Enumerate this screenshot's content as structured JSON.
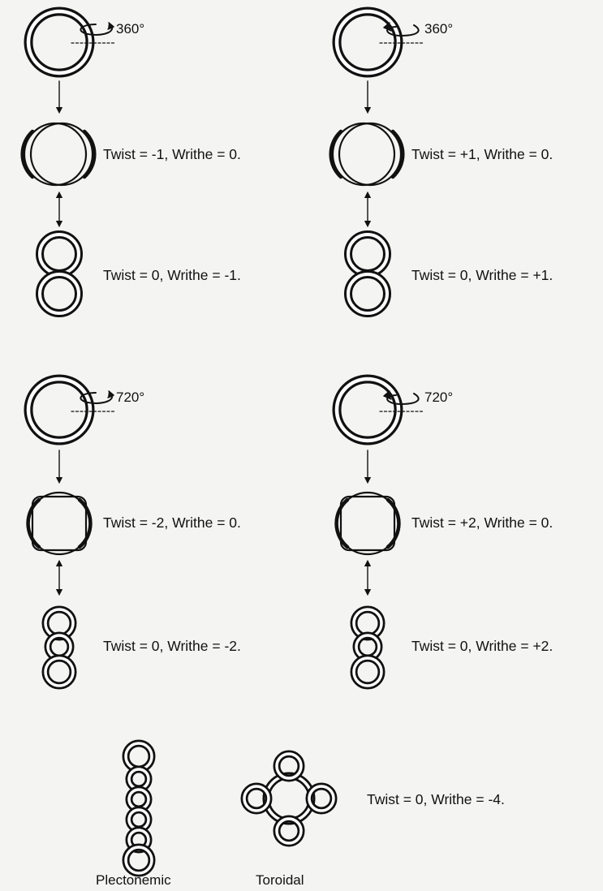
{
  "figure": {
    "rotation_labels": {
      "deg360_left": "360°",
      "deg360_right": "360°",
      "deg720_left": "720°",
      "deg720_right": "720°"
    },
    "state_labels": {
      "neg1_twist": "Twist = -1, Writhe = 0.",
      "pos1_twist": "Twist = +1, Writhe = 0.",
      "neg1_writhe": "Twist = 0, Writhe = -1.",
      "pos1_writhe": "Twist = 0, Writhe = +1.",
      "neg2_twist": "Twist = -2, Writhe = 0.",
      "pos2_twist": "Twist = +2, Writhe = 0.",
      "neg2_writhe": "Twist = 0, Writhe = -2.",
      "pos2_writhe": "Twist = 0, Writhe = +2.",
      "neg4_writhe": "Twist = 0, Writhe = -4."
    },
    "caption_labels": {
      "plectonemic": "Plectonemic",
      "toroidal": "Toroidal"
    }
  }
}
